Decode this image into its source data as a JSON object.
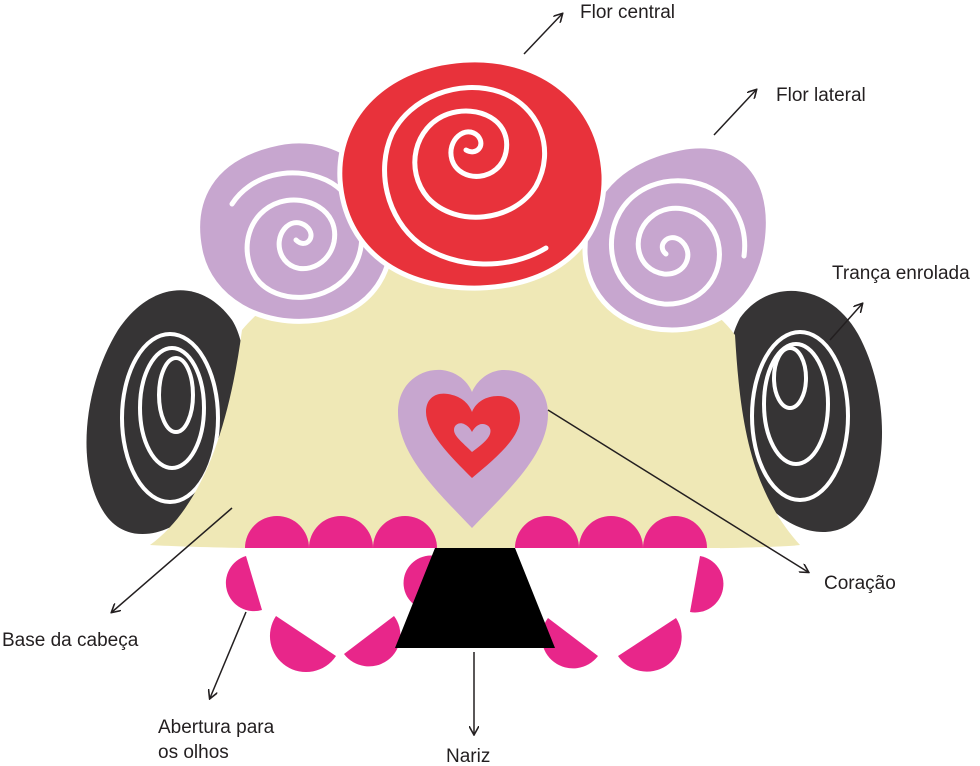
{
  "labels": {
    "flor_central": "Flor central",
    "flor_lateral": "Flor lateral",
    "tranca": "Trança enrolada",
    "coracao": "Coração",
    "base": "Base da cabeça",
    "abertura_1": "Abertura para",
    "abertura_2": "os olhos",
    "nariz": "Nariz"
  },
  "colors": {
    "base": "#efe8b6",
    "flor_central": "#e8323b",
    "flor_lateral": "#c7a6cf",
    "tranca": "#363435",
    "scallop": "#e8268a",
    "nariz": "#000000",
    "heart_outer": "#c7a6cf",
    "heart_mid": "#e8323b",
    "heart_inner": "#c7a6cf"
  }
}
